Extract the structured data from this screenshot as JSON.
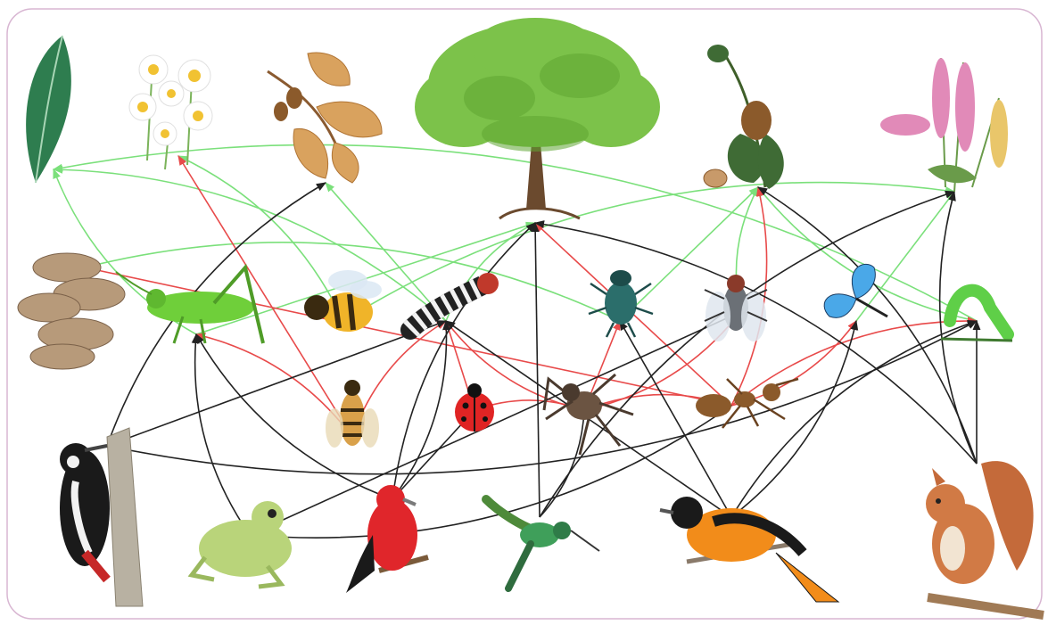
{
  "diagram": {
    "kind": "food-web",
    "frame_color": "#d8b6d2",
    "arrow_colors": {
      "plant_eating": "#7be07b",
      "insect_eating": "#e84a4a",
      "predation": "#222222"
    },
    "organisms": [
      {
        "id": "leaf",
        "icon": "leaf-icon"
      },
      {
        "id": "chamomile",
        "icon": "chamomile-flowers-icon"
      },
      {
        "id": "oak",
        "icon": "oak-leaves-acorns-icon"
      },
      {
        "id": "tree",
        "icon": "deciduous-tree-icon"
      },
      {
        "id": "hazel",
        "icon": "hazelnut-branch-icon"
      },
      {
        "id": "foxglove",
        "icon": "foxglove-flowers-icon"
      },
      {
        "id": "mushroom",
        "icon": "oyster-mushroom-icon"
      },
      {
        "id": "grasshopper",
        "icon": "grasshopper-icon"
      },
      {
        "id": "bee",
        "icon": "honeybee-icon"
      },
      {
        "id": "caterpillar",
        "icon": "striped-caterpillar-icon"
      },
      {
        "id": "beetle",
        "icon": "dung-beetle-icon"
      },
      {
        "id": "fly",
        "icon": "housefly-icon"
      },
      {
        "id": "butterfly",
        "icon": "blue-butterfly-icon"
      },
      {
        "id": "inchworm",
        "icon": "green-inchworm-icon"
      },
      {
        "id": "wasp",
        "icon": "wasp-icon"
      },
      {
        "id": "ladybug",
        "icon": "ladybug-icon"
      },
      {
        "id": "spider",
        "icon": "spider-icon"
      },
      {
        "id": "ant",
        "icon": "ant-icon"
      },
      {
        "id": "woodpecker",
        "icon": "woodpecker-icon"
      },
      {
        "id": "frog",
        "icon": "tree-frog-icon"
      },
      {
        "id": "tanager",
        "icon": "scarlet-tanager-icon"
      },
      {
        "id": "hummingbird",
        "icon": "hummingbird-icon"
      },
      {
        "id": "oriole",
        "icon": "oriole-icon"
      },
      {
        "id": "squirrel",
        "icon": "red-squirrel-icon"
      }
    ],
    "links": [
      {
        "from": "grasshopper",
        "to": "leaf",
        "type": "plant_eating"
      },
      {
        "from": "grasshopper",
        "to": "tree",
        "type": "plant_eating"
      },
      {
        "from": "bee",
        "to": "chamomile",
        "type": "plant_eating"
      },
      {
        "from": "bee",
        "to": "foxglove",
        "type": "plant_eating"
      },
      {
        "from": "caterpillar",
        "to": "oak",
        "type": "plant_eating"
      },
      {
        "from": "caterpillar",
        "to": "leaf",
        "type": "plant_eating"
      },
      {
        "from": "caterpillar",
        "to": "tree",
        "type": "plant_eating"
      },
      {
        "from": "beetle",
        "to": "hazel",
        "type": "plant_eating"
      },
      {
        "from": "beetle",
        "to": "mushroom",
        "type": "plant_eating"
      },
      {
        "from": "fly",
        "to": "hazel",
        "type": "plant_eating"
      },
      {
        "from": "butterfly",
        "to": "foxglove",
        "type": "plant_eating"
      },
      {
        "from": "inchworm",
        "to": "leaf",
        "type": "plant_eating"
      },
      {
        "from": "inchworm",
        "to": "hazel",
        "type": "plant_eating"
      },
      {
        "from": "wasp",
        "to": "chamomile",
        "type": "insect_eating"
      },
      {
        "from": "wasp",
        "to": "grasshopper",
        "type": "insect_eating"
      },
      {
        "from": "wasp",
        "to": "caterpillar",
        "type": "insect_eating"
      },
      {
        "from": "ladybug",
        "to": "caterpillar",
        "type": "insect_eating"
      },
      {
        "from": "spider",
        "to": "ladybug",
        "type": "insect_eating"
      },
      {
        "from": "spider",
        "to": "caterpillar",
        "type": "insect_eating"
      },
      {
        "from": "spider",
        "to": "beetle",
        "type": "insect_eating"
      },
      {
        "from": "spider",
        "to": "fly",
        "type": "insect_eating"
      },
      {
        "from": "spider",
        "to": "ant",
        "type": "insect_eating"
      },
      {
        "from": "ant",
        "to": "tree",
        "type": "insect_eating"
      },
      {
        "from": "ant",
        "to": "hazel",
        "type": "insect_eating"
      },
      {
        "from": "ant",
        "to": "inchworm",
        "type": "insect_eating"
      },
      {
        "from": "ant",
        "to": "mushroom",
        "type": "insect_eating"
      },
      {
        "from": "ant",
        "to": "butterfly",
        "type": "insect_eating"
      },
      {
        "from": "woodpecker",
        "to": "oak",
        "type": "predation"
      },
      {
        "from": "woodpecker",
        "to": "caterpillar",
        "type": "predation"
      },
      {
        "from": "woodpecker",
        "to": "inchworm",
        "type": "predation"
      },
      {
        "from": "frog",
        "to": "grasshopper",
        "type": "predation"
      },
      {
        "from": "frog",
        "to": "fly",
        "type": "predation"
      },
      {
        "from": "frog",
        "to": "ant",
        "type": "predation"
      },
      {
        "from": "tanager",
        "to": "tree",
        "type": "predation"
      },
      {
        "from": "tanager",
        "to": "ladybug",
        "type": "predation"
      },
      {
        "from": "tanager",
        "to": "caterpillar",
        "type": "predation"
      },
      {
        "from": "tanager",
        "to": "grasshopper",
        "type": "predation"
      },
      {
        "from": "hummingbird",
        "to": "tree",
        "type": "predation"
      },
      {
        "from": "hummingbird",
        "to": "spider",
        "type": "predation"
      },
      {
        "from": "hummingbird",
        "to": "foxglove",
        "type": "predation"
      },
      {
        "from": "oriole",
        "to": "beetle",
        "type": "predation"
      },
      {
        "from": "oriole",
        "to": "butterfly",
        "type": "predation"
      },
      {
        "from": "oriole",
        "to": "inchworm",
        "type": "predation"
      },
      {
        "from": "oriole",
        "to": "caterpillar",
        "type": "predation"
      },
      {
        "from": "squirrel",
        "to": "hazel",
        "type": "predation"
      },
      {
        "from": "squirrel",
        "to": "foxglove",
        "type": "predation"
      },
      {
        "from": "squirrel",
        "to": "inchworm",
        "type": "predation"
      },
      {
        "from": "squirrel",
        "to": "tree",
        "type": "predation"
      }
    ]
  }
}
